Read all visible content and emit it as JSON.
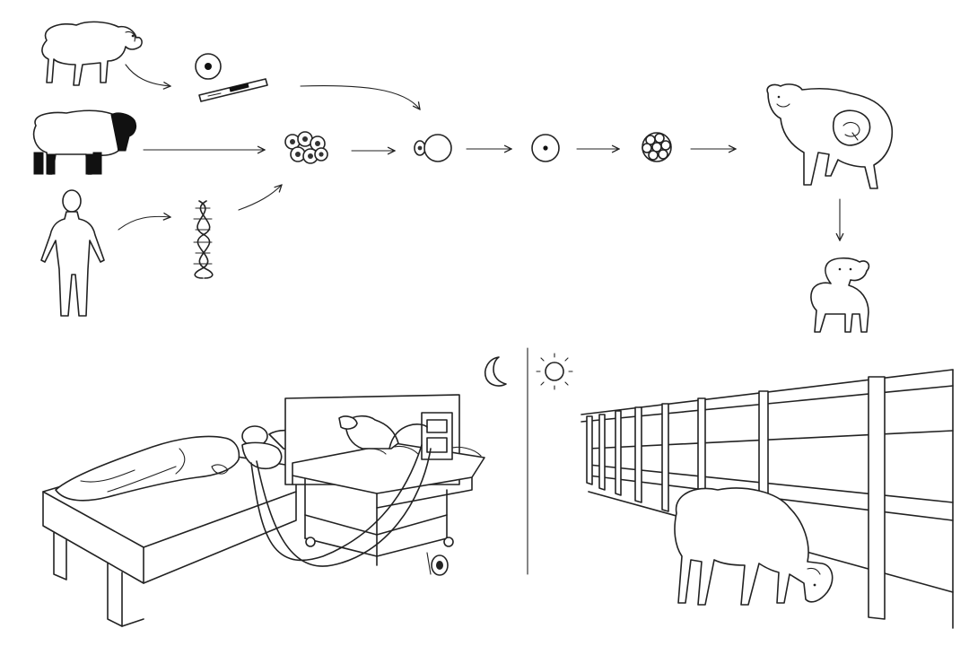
{
  "figure": {
    "background": "#ffffff",
    "stroke_color": "#222222",
    "cable_color": "#111111"
  },
  "top_panel": {
    "sources": [
      {
        "id": "white-sheep",
        "icon": "white-sheep-icon"
      },
      {
        "id": "black-faced-sheep",
        "icon": "black-faced-sheep-icon"
      },
      {
        "id": "human",
        "icon": "human-figure-icon"
      }
    ],
    "stages": [
      {
        "id": "oocyte",
        "icon": "oocyte-icon"
      },
      {
        "id": "pipette",
        "icon": "micropipette-icon"
      },
      {
        "id": "donor-cells",
        "icon": "donor-cells-icon"
      },
      {
        "id": "dna",
        "icon": "dna-helix-icon"
      },
      {
        "id": "fusion",
        "icon": "cell-fusion-icon"
      },
      {
        "id": "reconstructed-egg",
        "icon": "reconstructed-egg-icon"
      },
      {
        "id": "embryo",
        "icon": "embryo-cluster-icon"
      },
      {
        "id": "surrogate",
        "icon": "pregnant-ewe-icon"
      },
      {
        "id": "lamb",
        "icon": "lamb-icon"
      }
    ]
  },
  "bottom_left_panel": {
    "time_of_day_icon": "crescent-moon-icon",
    "scene": [
      "patient-in-bed",
      "lamb-on-cart",
      "connecting-cables"
    ]
  },
  "bottom_right_panel": {
    "time_of_day_icon": "sun-icon",
    "scene": [
      "sheep-grazing",
      "fenced-pen"
    ]
  }
}
